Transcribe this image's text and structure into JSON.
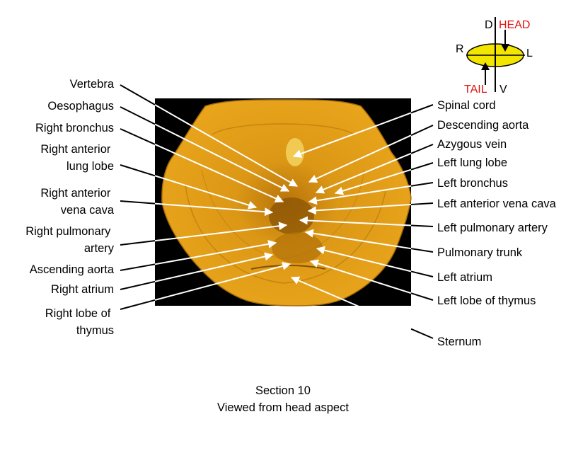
{
  "left_labels": [
    {
      "id": "vertebra",
      "lines": [
        "Vertebra"
      ]
    },
    {
      "id": "oesophagus",
      "lines": [
        "Oesophagus"
      ]
    },
    {
      "id": "right-bronchus",
      "lines": [
        "Right bronchus"
      ]
    },
    {
      "id": "right-anterior-lung-lobe",
      "lines": [
        "Right anterior",
        "lung lobe"
      ]
    },
    {
      "id": "right-anterior-vena-cava",
      "lines": [
        "Right anterior",
        "vena cava"
      ]
    },
    {
      "id": "right-pulmonary-artery",
      "lines": [
        "Right pulmonary",
        "artery"
      ]
    },
    {
      "id": "ascending-aorta",
      "lines": [
        "Ascending aorta"
      ]
    },
    {
      "id": "right-atrium",
      "lines": [
        "Right atrium"
      ]
    },
    {
      "id": "right-lobe-of-thymus",
      "lines": [
        "Right lobe of",
        "thymus"
      ]
    }
  ],
  "right_labels": [
    {
      "id": "spinal-cord",
      "lines": [
        "Spinal cord"
      ]
    },
    {
      "id": "descending-aorta",
      "lines": [
        "Descending aorta"
      ]
    },
    {
      "id": "azygous-vein",
      "lines": [
        "Azygous vein"
      ]
    },
    {
      "id": "left-lung-lobe",
      "lines": [
        "Left lung lobe"
      ]
    },
    {
      "id": "left-bronchus",
      "lines": [
        "Left bronchus"
      ]
    },
    {
      "id": "left-anterior-vena-cava",
      "lines": [
        "Left anterior vena cava"
      ]
    },
    {
      "id": "left-pulmonary-artery",
      "lines": [
        "Left pulmonary artery"
      ]
    },
    {
      "id": "pulmonary-trunk",
      "lines": [
        "Pulmonary trunk"
      ]
    },
    {
      "id": "left-atrium",
      "lines": [
        "Left atrium"
      ]
    },
    {
      "id": "left-lobe-of-thymus",
      "lines": [
        "Left lobe of thymus"
      ]
    },
    {
      "id": "sternum",
      "lines": [
        "Sternum"
      ]
    }
  ],
  "orientation": {
    "d": "D",
    "head": "HEAD",
    "r": "R",
    "l": "L",
    "tail": "TAIL",
    "v": "V"
  },
  "caption": {
    "line1": "Section 10",
    "line2": "Viewed from head aspect"
  },
  "colors": {
    "tissue": "#e8a41a",
    "tissue_dark": "#c9860c",
    "background_panel": "#000000",
    "ellipse": "#f2e500",
    "head_tail_text": "#e01010"
  }
}
